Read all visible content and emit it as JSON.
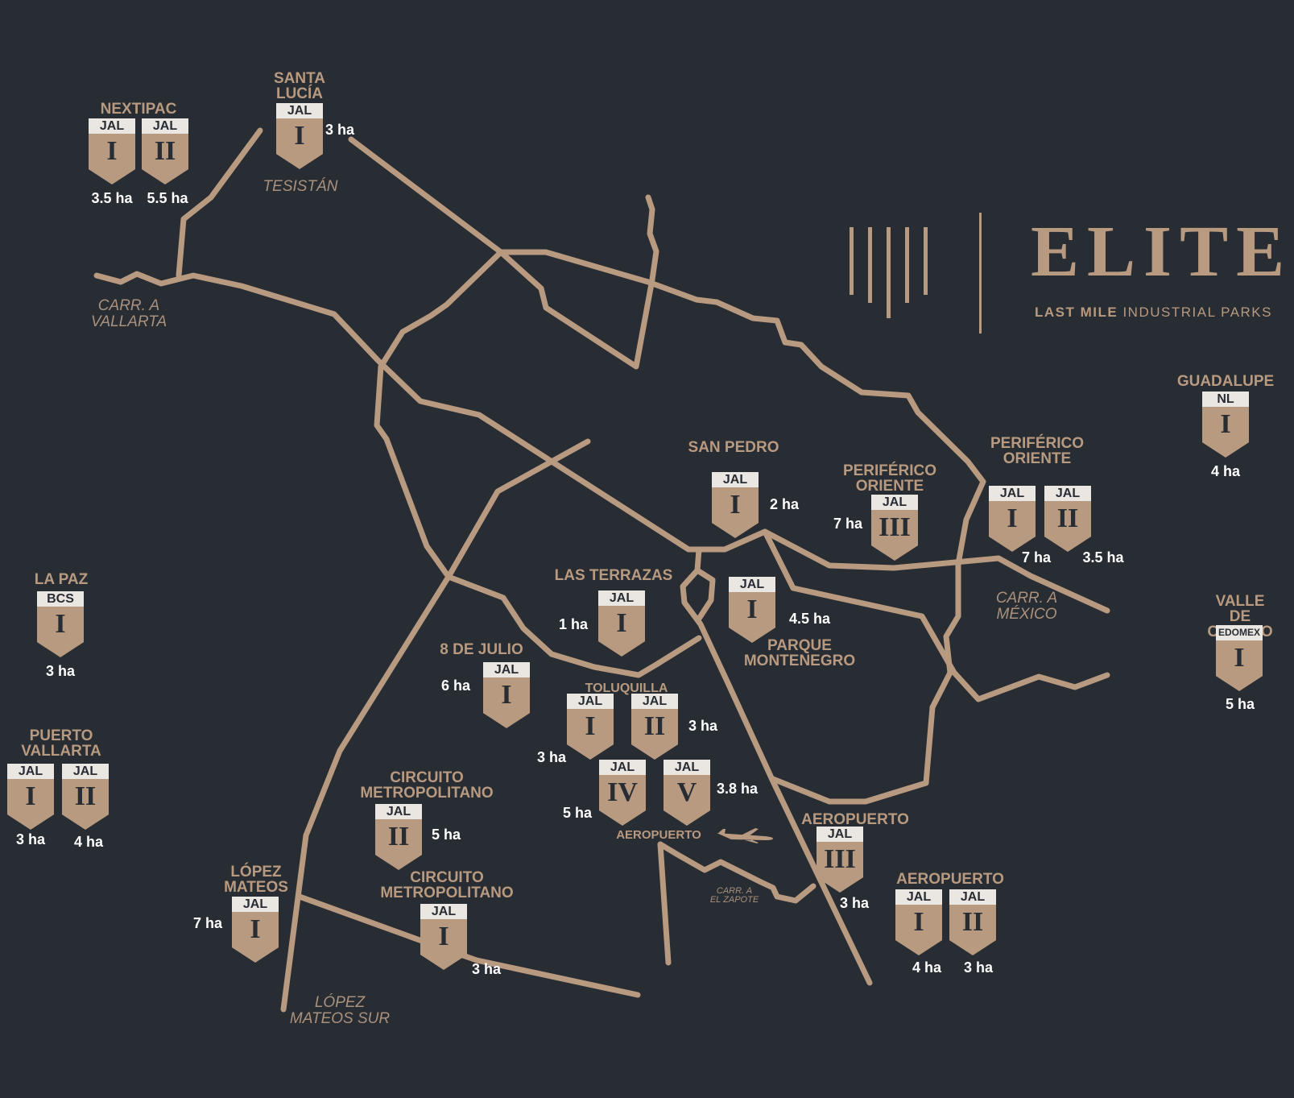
{
  "brand": {
    "name": "ELITE",
    "tagline_bold": "LAST MILE",
    "tagline_rest": "INDUSTRIAL PARKS",
    "accent_color": "#b89a80",
    "background_color": "#282c33"
  },
  "road_labels": {
    "carr_vallarta": "CARR. A\nVALLARTA",
    "tesistan": "TESISTÁN",
    "carr_mexico": "CARR. A\nMÉXICO",
    "carr_zapote": "CARR. A\nEL ZAPOTE",
    "lopez_mateos_sur": "LÓPEZ\nMATEOS SUR",
    "airport": "AEROPUERTO"
  },
  "icons": {
    "plane": "plane-icon",
    "logo": "elite-logo-icon"
  },
  "parks": {
    "nextipac": {
      "name": "NEXTIPAC",
      "badges": [
        {
          "state": "JAL",
          "numeral": "I",
          "area": "3.5 ha"
        },
        {
          "state": "JAL",
          "numeral": "II",
          "area": "5.5 ha"
        }
      ]
    },
    "santa_lucia": {
      "name": "SANTA\nLUCÍA",
      "badges": [
        {
          "state": "JAL",
          "numeral": "I",
          "area": "3 ha"
        }
      ]
    },
    "guadalupe": {
      "name": "GUADALUPE",
      "badges": [
        {
          "state": "NL",
          "numeral": "I",
          "area": "4 ha"
        }
      ]
    },
    "san_pedro": {
      "name": "SAN PEDRO",
      "badges": [
        {
          "state": "JAL",
          "numeral": "I",
          "area": "2 ha"
        }
      ]
    },
    "periferico_oriente_a": {
      "name": "PERIFÉRICO\nORIENTE",
      "badges": [
        {
          "state": "JAL",
          "numeral": "III",
          "area": "7 ha"
        }
      ]
    },
    "periferico_oriente_b": {
      "name": "PERIFÉRICO\nORIENTE",
      "badges": [
        {
          "state": "JAL",
          "numeral": "I",
          "area": "7 ha"
        },
        {
          "state": "JAL",
          "numeral": "II",
          "area": "3.5 ha"
        }
      ]
    },
    "la_paz": {
      "name": "LA PAZ",
      "badges": [
        {
          "state": "BCS",
          "numeral": "I",
          "area": "3 ha"
        }
      ]
    },
    "las_terrazas": {
      "name": "LAS TERRAZAS",
      "badges": [
        {
          "state": "JAL",
          "numeral": "I",
          "area": "1 ha"
        }
      ]
    },
    "parque_montenegro": {
      "name": "PARQUE\nMONTENEGRO",
      "badges": [
        {
          "state": "JAL",
          "numeral": "I",
          "area": "4.5 ha"
        }
      ]
    },
    "valle_de_chalco": {
      "name": "VALLE DE\nCHALCO",
      "badges": [
        {
          "state": "EDOMEX",
          "numeral": "I",
          "area": "5 ha"
        }
      ]
    },
    "ocho_de_julio": {
      "name": "8 DE JULIO",
      "badges": [
        {
          "state": "JAL",
          "numeral": "I",
          "area": "6 ha"
        }
      ]
    },
    "toluquilla": {
      "name": "TOLUQUILLA",
      "badges": [
        {
          "state": "JAL",
          "numeral": "I",
          "area": "3 ha"
        },
        {
          "state": "JAL",
          "numeral": "II",
          "area": "3 ha"
        }
      ]
    },
    "aeropuerto_iv_v": {
      "badges": [
        {
          "state": "JAL",
          "numeral": "IV",
          "area": "5 ha"
        },
        {
          "state": "JAL",
          "numeral": "V",
          "area": "3.8 ha"
        }
      ]
    },
    "puerto_vallarta": {
      "name": "PUERTO\nVALLARTA",
      "badges": [
        {
          "state": "JAL",
          "numeral": "I",
          "area": "3 ha"
        },
        {
          "state": "JAL",
          "numeral": "II",
          "area": "4 ha"
        }
      ]
    },
    "circuito_metropolitano_ii": {
      "name": "CIRCUITO\nMETROPOLITANO",
      "badges": [
        {
          "state": "JAL",
          "numeral": "II",
          "area": "5 ha"
        }
      ]
    },
    "aeropuerto_iii": {
      "name": "AEROPUERTO",
      "badges": [
        {
          "state": "JAL",
          "numeral": "III",
          "area": "3 ha"
        }
      ]
    },
    "aeropuerto_i_ii": {
      "name": "AEROPUERTO",
      "badges": [
        {
          "state": "JAL",
          "numeral": "I",
          "area": "4 ha"
        },
        {
          "state": "JAL",
          "numeral": "II",
          "area": "3 ha"
        }
      ]
    },
    "lopez_mateos": {
      "name": "LÓPEZ\nMATEOS",
      "badges": [
        {
          "state": "JAL",
          "numeral": "I",
          "area": "7 ha"
        }
      ]
    },
    "circuito_metropolitano_i": {
      "name": "CIRCUITO\nMETROPOLITANO",
      "badges": [
        {
          "state": "JAL",
          "numeral": "I",
          "area": "3 ha"
        }
      ]
    }
  }
}
